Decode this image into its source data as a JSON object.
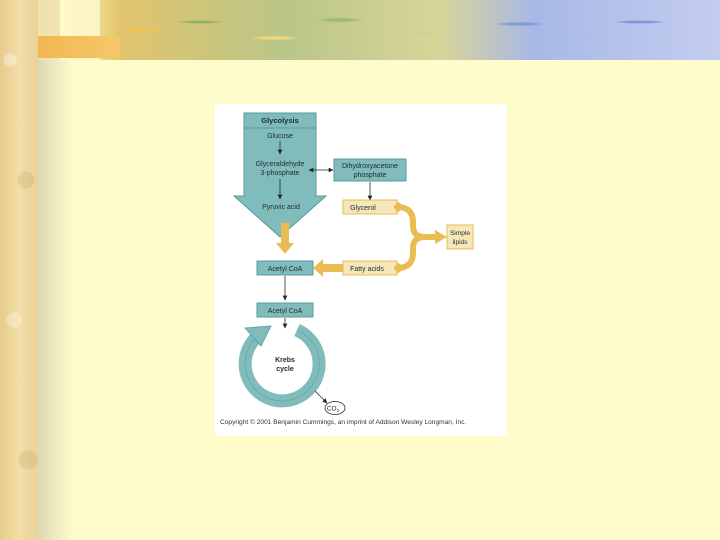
{
  "diagram": {
    "glycolysis_title": "Glycolysis",
    "glucose": "Glucose",
    "glyceraldehyde_line1": "Glyceraldehyde",
    "glyceraldehyde_line2": "3-phosphate",
    "dhap_line1": "Dihydroxyacetone",
    "dhap_line2": "phosphate",
    "pyruvic_acid": "Pyruvic acid",
    "glycerol": "Glycerol",
    "simple_lipids_line1": "Simple",
    "simple_lipids_line2": "lipids",
    "acetyl_coa_1": "Acetyl CoA",
    "fatty_acids": "Fatty acids",
    "acetyl_coa_2": "Acetyl CoA",
    "krebs_line1": "Krebs",
    "krebs_line2": "cycle",
    "co2": "CO",
    "co2_sub": "2",
    "copyright": "Copyright © 2001 Benjamin Cummings, an imprint of Addison Wesley Longman, Inc."
  },
  "colors": {
    "teal": "#80bcbc",
    "teal_dark": "#5a9a9c",
    "gold": "#e9bd52",
    "label_box": "#f6e7bb",
    "slide_bg": "#fffccc"
  }
}
